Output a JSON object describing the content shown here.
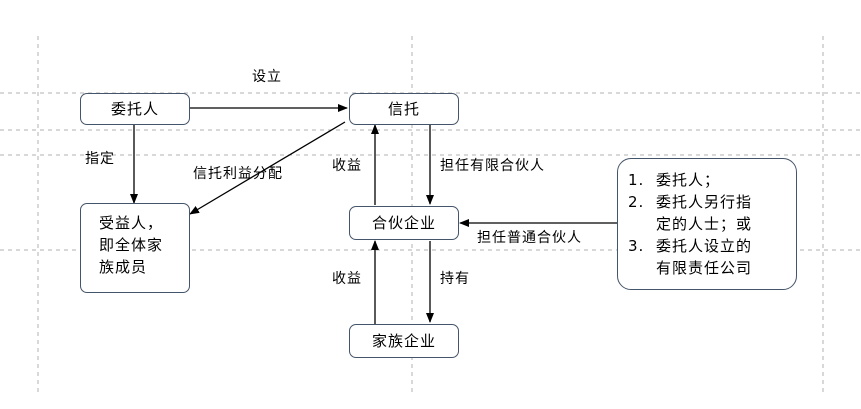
{
  "nodes": {
    "settlor": "委托人",
    "trust": "信托",
    "beneficiary_line1": "受益人，",
    "beneficiary_line2": "即全体家",
    "beneficiary_line3": "族成员",
    "partnership": "合伙企业",
    "family_business": "家族企业"
  },
  "edges": {
    "establish": "设立",
    "designate": "指定",
    "trust_distribution": "信托利益分配",
    "income_upper": "收益",
    "act_as_limited_partner": "担任有限合伙人",
    "act_as_general_partner": "担任普通合伙人",
    "income_lower": "收益",
    "hold": "持有"
  },
  "gp_options": {
    "items": [
      {
        "num": "1.",
        "line1": "委托人；",
        "line2": ""
      },
      {
        "num": "2.",
        "line1": "委托人另行指",
        "line2": "定的人士；或"
      },
      {
        "num": "3.",
        "line1": "委托人设立的",
        "line2": "有限责任公司"
      }
    ]
  },
  "colors": {
    "box_border": "#44546a",
    "arrow": "#000000",
    "guide_lines": "#b0b0b0"
  }
}
